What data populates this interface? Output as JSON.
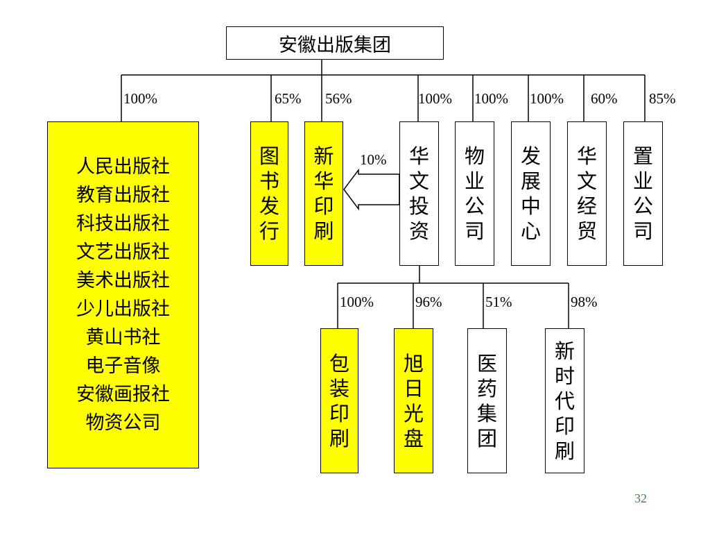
{
  "root": {
    "label": "安徽出版集团"
  },
  "publishers": {
    "percent": "100%",
    "items": [
      "人民出版社",
      "教育出版社",
      "科技出版社",
      "文艺出版社",
      "美术出版社",
      "少儿出版社",
      "黄山书社",
      "电子音像",
      "安徽画报社",
      "物资公司"
    ]
  },
  "subsidiaries": [
    {
      "id": "book-distribution",
      "label": "图书发行",
      "percent": "65%",
      "highlight": true
    },
    {
      "id": "xinhua-printing",
      "label": "新华印刷",
      "percent": "56%",
      "highlight": true
    },
    {
      "id": "huawen-investment",
      "label": "华文投资",
      "percent": "100%",
      "highlight": false
    },
    {
      "id": "property-company",
      "label": "物业公司",
      "percent": "100%",
      "highlight": false
    },
    {
      "id": "development-center",
      "label": "发展中心",
      "percent": "100%",
      "highlight": false
    },
    {
      "id": "huawen-trade",
      "label": "华文经贸",
      "percent": "60%",
      "highlight": false
    },
    {
      "id": "real-estate-company",
      "label": "置业公司",
      "percent": "85%",
      "highlight": false
    }
  ],
  "cross_holding": {
    "percent": "10%"
  },
  "investments": [
    {
      "id": "packaging-printing",
      "label": "包装印刷",
      "percent": "100%",
      "highlight": true
    },
    {
      "id": "xuri-disc",
      "label": "旭日光盘",
      "percent": "96%",
      "highlight": true
    },
    {
      "id": "pharma-group",
      "label": "医药集团",
      "percent": "51%",
      "highlight": false
    },
    {
      "id": "new-era-printing",
      "label": "新时代印刷",
      "percent": "98%",
      "highlight": false
    }
  ],
  "page_number": "32",
  "colors": {
    "highlight": "#ffff00",
    "line": "#000000",
    "page_number": "#3a8a3a"
  }
}
